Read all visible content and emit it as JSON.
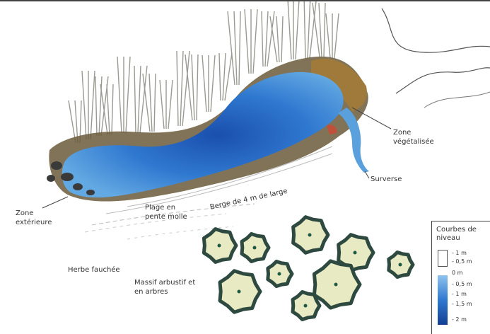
{
  "labels": {
    "zone_vegetalisee": "Zone\nvégétalisée",
    "surverse": "Surverse",
    "berge_4m": "Berge de 4 m de large",
    "plage": "Plage en\npente molle",
    "zone_exterieure": "Zone\nextérieure",
    "herbe_fauchee": "Herbe fauchée",
    "massif_arbustif": "Massif arbustif et\nen arbres"
  },
  "legend": {
    "title": "Courbes de\nniveau",
    "ticks": [
      "- 1 m",
      "- 0,5 m",
      "0 m",
      "- 0,5 m",
      "- 1 m",
      "- 1,5 m",
      "- 2 m"
    ]
  },
  "colors": {
    "water_light": "#5fa6e0",
    "water_mid": "#2f78d0",
    "water_deep": "#1a4fae",
    "reeds": "#9a9a92",
    "bank_brown": "#8a6b2a",
    "tree_fill": "#e8eac3",
    "tree_border": "#2e4a40",
    "tree_center": "#1d5a45"
  }
}
